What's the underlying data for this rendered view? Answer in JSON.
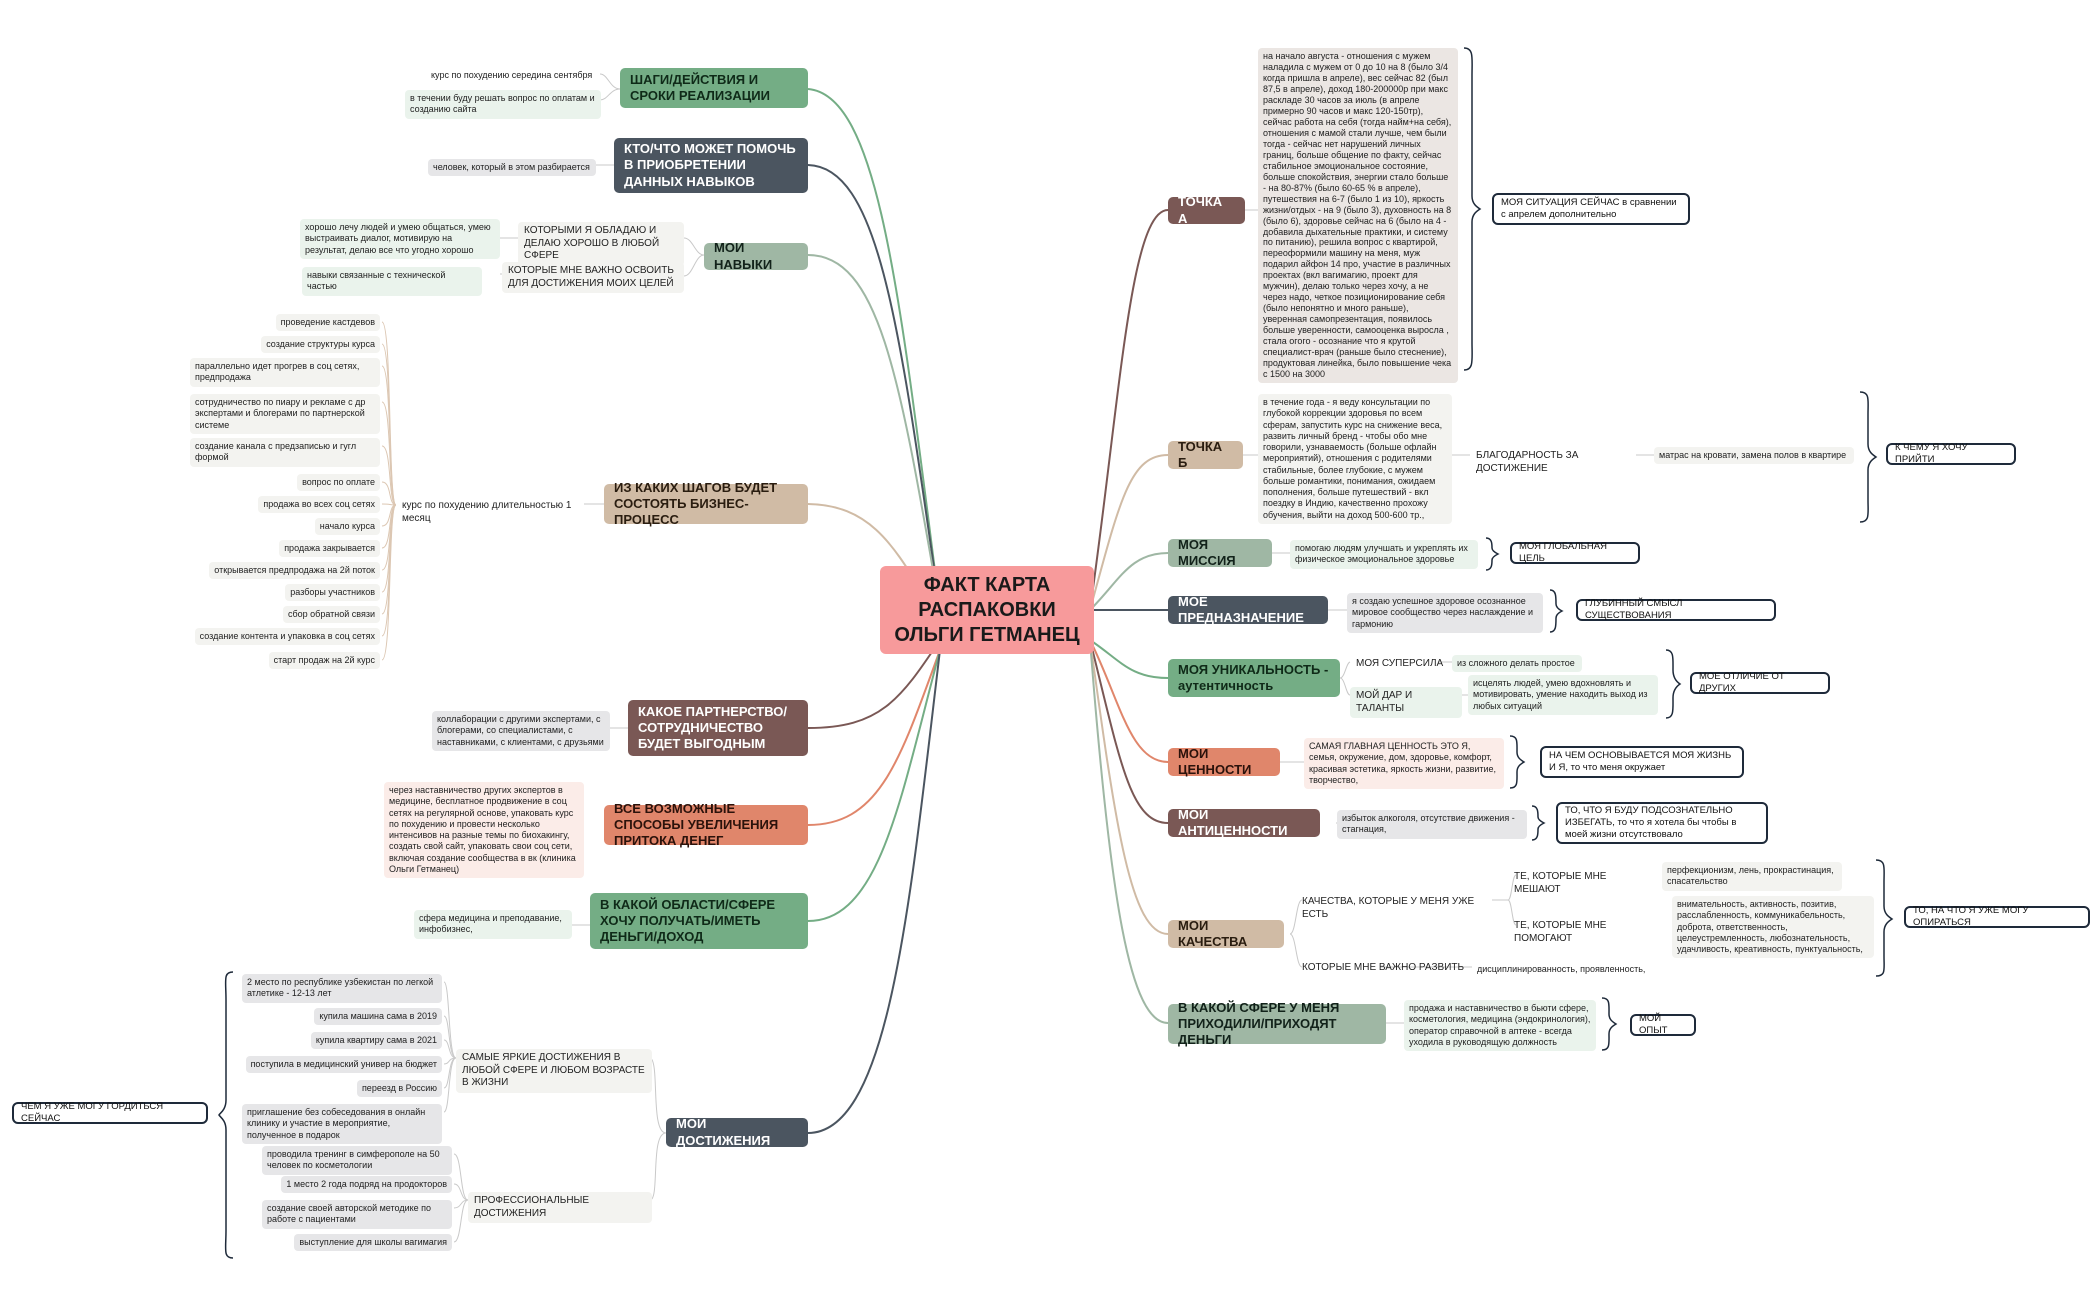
{
  "central": [
    "ФАКТ КАРТА",
    "РАСПАКОВКИ",
    "ОЛЬГИ ГЕТМАНЕЦ"
  ],
  "left": {
    "steps": {
      "title": "ШАГИ/ДЕЙСТВИЯ И СРОКИ РЕАЛИЗАЦИИ",
      "items": [
        "курс по похудению середина сентября",
        "в течении буду решать вопрос по оплатам и созданию сайта"
      ]
    },
    "helper": {
      "title": "КТО/ЧТО МОЖЕТ ПОМОЧЬ В ПРИОБРЕТЕНИИ ДАННЫХ НАВЫКОВ",
      "items": [
        "человек, который в этом разбирается"
      ]
    },
    "skills": {
      "title": "МОИ НАВЫКИ",
      "have_label": "КОТОРЫМИ Я ОБЛАДАЮ И ДЕЛАЮ ХОРОШО В ЛЮБОЙ СФЕРЕ",
      "have_text": "хорошо лечу людей и умею общаться, умею выстраивать диалог, мотивирую на результат, делаю все что угодно хорошо",
      "need_label": "КОТОРЫЕ МНЕ ВАЖНО ОСВОИТЬ ДЛЯ ДОСТИЖЕНИЯ МОИХ ЦЕЛЕЙ",
      "need_text": "навыки связанные с технической частью"
    },
    "process": {
      "title": "ИЗ КАКИХ ШАГОВ БУДЕТ СОСТОЯТЬ БИЗНЕС-ПРОЦЕСС",
      "course": "курс по похудению длительностью 1 месяц",
      "steps": [
        "проведение кастдевов",
        "создание структуры курса",
        "параллельно идет прогрев в соц сетях, предпродажа",
        "сотрудничество по пиару и рекламе с др экспертами и блогерами по партнерской системе",
        "создание канала с предзаписью и гугл формой",
        "вопрос по оплате",
        "продажа во всех соц сетях",
        "начало курса",
        "продажа закрывается",
        "открывается предпродажа на 2й поток",
        "разборы участников",
        "сбор обратной связи",
        "создание контента и упаковка в соц сетях",
        "старт продаж на 2й курс"
      ]
    },
    "partners": {
      "title": "КАКОЕ ПАРТНЕРСТВО/ СОТРУДНИЧЕСТВО БУДЕТ ВЫГОДНЫМ",
      "text": "коллаборации с другими экспертами, с блогерами, со специалистами, с наставниками, с клиентами, с друзьями"
    },
    "money": {
      "title": "ВСЕ ВОЗМОЖНЫЕ СПОСОБЫ УВЕЛИЧЕНИЯ ПРИТОКА ДЕНЕГ",
      "text": "через наставничество других экспертов в медицине, бесплатное продвижение в соц сетях на регулярной основе, упаковать курс по похудению и провести несколько интенсивов на разные темы по биохакингу, создать свой сайт, упаковать свои соц сети, включая создание сообщества в вк (клиника Ольги Гетманец)"
    },
    "sphere": {
      "title": "В КАКОЙ ОБЛАСТИ/СФЕРЕ ХОЧУ ПОЛУЧАТЬ/ИМЕТЬ ДЕНЬГИ/ДОХОД",
      "text": "сфера медицина и преподавание, инфобизнес,"
    },
    "achievements": {
      "title": "МОИ ДОСТИЖЕНИЯ",
      "bright_label": "САМЫЕ ЯРКИЕ ДОСТИЖЕНИЯ В ЛЮБОЙ СФЕРЕ И ЛЮБОМ ВОЗРАСТЕ В ЖИЗНИ",
      "bright": [
        "2 место по республике узбекистан по легкой атлетике - 12-13 лет",
        "купила машина сама в 2019",
        "купила квартиру сама в 2021",
        "поступила в медицинский универ на бюджет",
        "переезд в Россию",
        "приглашение без собеседования в онлайн клинику и участие в мероприятие, полученное в подарок"
      ],
      "pro_label": "ПРОФЕССИОНАЛЬНЫЕ ДОСТИЖЕНИЯ",
      "pro": [
        "проводила тренинг в симферополе на 50 человек по косметологии",
        "1 место 2 года подряд на продокторов",
        "создание своей авторской методике по работе с пациентами",
        "выступление для школы вагимагия"
      ],
      "summary": "ЧЕМ Я УЖЕ МОГУ ГОРДИТЬСЯ СЕЙЧАС"
    }
  },
  "right": {
    "pointA": {
      "title": "ТОЧКА А",
      "text": "на начало августа - отношения с мужем наладила с мужем от 0 до 10 на 8 (было 3/4 когда пришла в апреле), вес сейчас 82 (был 87,5 в апреле), доход 180-200000р при макс раскладе 30 часов за июль (в апреле примерно 90 часов и макс 120-150тр), сейчас работа на себя (тогда найм+на себя), отношения с мамой стали лучше, чем были тогда - сейчас нет нарушений личных границ, больше общение по факту, сейчас стабильное эмоциональное состояние, больше спокойствия, энергии стало больше - на 80-87% (было 60-65 % в апреле), путешествия на 6-7 (было 1 из 10), яркость жизни/отдых - на 9 (было 3), духовность на 8 (было 6), здоровье сейчас на 6 (было на 4 - добавила дыхательные практики, и систему по питанию), решила вопрос с квартирой, переоформили машину на меня, муж подарил айфон 14 про, участие в различных проектах (вкл вагимагию, проект для мужчин), делаю только через хочу, а не через надо, четкое позиционирование себя (было непонятно и много раньше), уверенная самопрезентация, появилось больше уверенности, самооценка выросла , стала огого - осознание что я крутой специалист-врач (раньше было стеснение), продуктовая линейка, было повышение чека с 1500 на 3000",
      "summary": "МОЯ СИТУАЦИЯ СЕЙЧАС в сравнении с апрелем дополнительно"
    },
    "pointB": {
      "title": "ТОЧКА Б",
      "text": "в течение года - я веду консультации по глубокой коррекции здоровья по всем сферам, запустить курс на снижение веса, развить личный бренд - чтобы обо мне говорили, узнаваемость (больше офлайн мероприятий), отношения с родителями стабильные, более глубокие, с мужем больше романтики, понимания, ожидаем пополнения, больше путешествий - вкл поездку в Индию, качественно прохожу обучения, выйти на доход 500-600 тр.,",
      "gratitude_label": "БЛАГОДАРНОСТЬ ЗА ДОСТИЖЕНИЕ",
      "gratitude_text": "матрас на кровати, замена полов в квартире",
      "summary": "К ЧЕМУ Я ХОЧУ ПРИЙТИ"
    },
    "mission": {
      "title": "МОЯ МИССИЯ",
      "text": "помогаю людям улучшать и укреплять их физическое эмоциональное здоровье",
      "summary": "МОЯ ГЛОБАЛЬНАЯ ЦЕЛЬ"
    },
    "purpose": {
      "title": "МОЕ ПРЕДНАЗНАЧЕНИЕ",
      "text": "я создаю успешное здоровое осознанное мировое сообщество через наслаждение и гармонию",
      "summary": "ГЛУБИННЫЙ СМЫСЛ СУЩЕСТВОВАНИЯ"
    },
    "uniqueness": {
      "title": "МОЯ УНИКАЛЬНОСТЬ - аутентичность",
      "super_label": "МОЯ СУПЕРСИЛА",
      "super_text": "из сложного делать простое",
      "gift_label": "МОЙ ДАР И ТАЛАНТЫ",
      "gift_text": "исцелять людей, умею вдохновлять и мотивировать, умение находить выход из любых ситуаций",
      "summary": "МОЕ ОТЛИЧИЕ ОТ ДРУГИХ"
    },
    "values": {
      "title": "МОИ ЦЕННОСТИ",
      "text": "САМАЯ ГЛАВНАЯ ЦЕННОСТЬ ЭТО Я, семья, окружение, дом, здоровье, комфорт, красивая эстетика, яркость жизни, развитие, творчество,",
      "summary": "НА ЧЕМ ОСНОВЫВАЕТСЯ МОЯ ЖИЗНЬ И Я, то что меня окружает"
    },
    "antivalues": {
      "title": "МОИ АНТИЦЕННОСТИ",
      "text": "избыток алкоголя, отсутствие движения - стагнация,",
      "summary": "ТО, ЧТО Я БУДУ ПОДСОЗНАТЕЛЬНО ИЗБЕГАТЬ, то что я хотела бы чтобы в моей жизни отсутствовало"
    },
    "qualities": {
      "title": "МОИ КАЧЕСТВА",
      "have_label": "КАЧЕСТВА, КОТОРЫЕ У МЕНЯ УЖЕ ЕСТЬ",
      "hinder_label": "ТЕ, КОТОРЫЕ МНЕ МЕШАЮТ",
      "hinder_text": "перфекционизм, лень, прокрастинация, спасательство",
      "help_label": "ТЕ, КОТОРЫЕ МНЕ ПОМОГАЮТ",
      "help_text": "внимательность, активность, позитив, расслабленность, коммуникабельность, доброта, ответственность, целеустремленность, любознательность, удачливость, креативность, пунктуальность,",
      "develop_label": "КОТОРЫЕ МНЕ ВАЖНО РАЗВИТЬ",
      "develop_text": "дисциплинированность, проявленность,",
      "summary": "ТО, НА ЧТО Я УЖЕ МОГУ ОПИРАТЬСЯ"
    },
    "experience": {
      "title": "В КАКОЙ СФЕРЕ У МЕНЯ ПРИХОДИЛИ/ПРИХОДЯТ ДЕНЬГИ",
      "text": "продажа и наставничество в бьюти сфере, косметология, медицина (эндокринология), оператор справочной в аптеке - всегда уходила в руководящую должность",
      "summary": "МОЙ ОПЫТ"
    }
  },
  "colors": {
    "dark": "#4b5560",
    "green": "#74ad85",
    "sage": "#9fb7a4",
    "tan": "#d0bba5",
    "brown": "#7a5855",
    "salmon": "#e0866b",
    "central": "#f79a9b",
    "summary_border": "#1e2a3a"
  }
}
